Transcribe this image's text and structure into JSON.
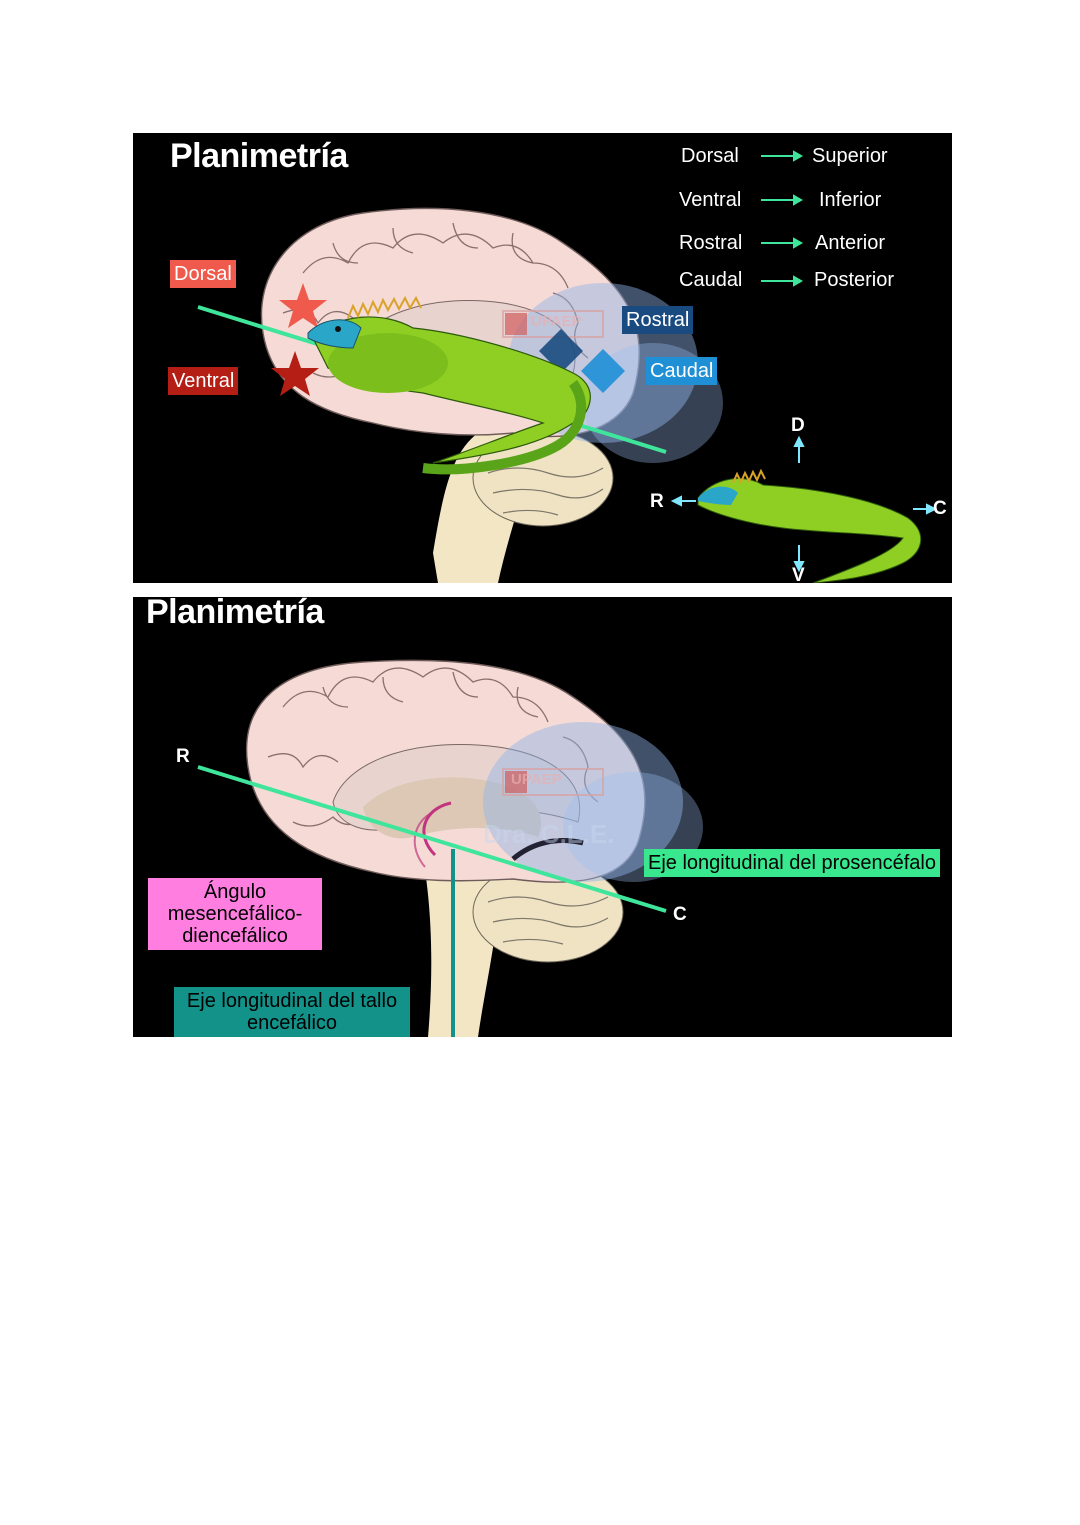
{
  "slide1": {
    "title": "Planimetría",
    "legend": [
      {
        "from": "Dorsal",
        "to": "Superior"
      },
      {
        "from": "Ventral",
        "to": "Inferior"
      },
      {
        "from": "Rostral",
        "to": "Anterior"
      },
      {
        "from": "Caudal",
        "to": "Posterior"
      }
    ],
    "labels": {
      "dorsal": "Dorsal",
      "ventral": "Ventral",
      "rostral": "Rostral",
      "caudal": "Caudal"
    },
    "compass": {
      "d": "D",
      "v": "V",
      "r": "R",
      "c": "C"
    },
    "watermark": "UPAEP"
  },
  "slide2": {
    "title": "Planimetría",
    "r": "R",
    "c": "C",
    "prosencephalon_axis": "Eje longitudinal del prosencéfalo",
    "angle_label": "Ángulo mesencefálico-diencefálico",
    "angle_lines": [
      "Ángulo",
      "mesencefálico-",
      "diencefálico"
    ],
    "brainstem_lines": [
      "Eje longitudinal del tallo",
      "encefálico"
    ],
    "watermark": "UPAEP",
    "watermark2": "Dra. C.L.E."
  },
  "colors": {
    "axis_line": "#3ee59a",
    "brainstem_axis": "#14918a",
    "dorsal_bg": "#ef5a4c",
    "ventral_bg": "#b41e15",
    "rostral_bg": "#1a4b80",
    "caudal_bg": "#1f8fd6",
    "angle_bg": "#ff7ee0",
    "brainstem_bg": "#13928a",
    "prosenc_bg": "#39e88e"
  }
}
